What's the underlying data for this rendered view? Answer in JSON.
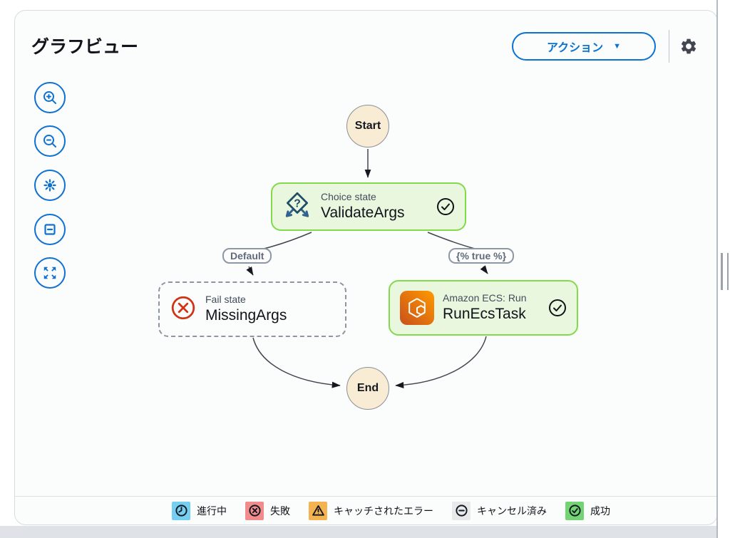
{
  "header": {
    "title": "グラフビュー",
    "actions_label": "アクション",
    "caret": "▼"
  },
  "toolbar": {
    "buttons": [
      {
        "icon": "magnifier-plus-icon",
        "action": "zoom-in"
      },
      {
        "icon": "magnifier-minus-icon",
        "action": "zoom-out"
      },
      {
        "icon": "target-icon",
        "action": "center-view"
      },
      {
        "icon": "box-minus-icon",
        "action": "zoom-to-fit"
      },
      {
        "icon": "expand-arrows-icon",
        "action": "fullscreen"
      }
    ]
  },
  "graph": {
    "start_label": "Start",
    "end_label": "End",
    "choice": {
      "type_label": "Choice state",
      "name": "ValidateArgs",
      "status": "succeeded"
    },
    "fail": {
      "type_label": "Fail state",
      "name": "MissingArgs"
    },
    "task": {
      "type_label": "Amazon ECS: Run",
      "name": "RunEcsTask",
      "status": "succeeded"
    },
    "edge_labels": {
      "default": "Default",
      "true": "{% true %}"
    }
  },
  "legend": {
    "items": [
      {
        "label": "進行中",
        "icon": "clock-icon",
        "color": "#75cff0"
      },
      {
        "label": "失敗",
        "icon": "x-circle-icon",
        "color": "#f28b8b"
      },
      {
        "label": "キャッチされたエラー",
        "icon": "warning-triangle-icon",
        "color": "#f5b251"
      },
      {
        "label": "キャンセル済み",
        "icon": "minus-circle-icon",
        "color": "#e9e9eb"
      },
      {
        "label": "成功",
        "icon": "check-circle-icon",
        "color": "#74d474"
      }
    ]
  },
  "colors": {
    "accent_blue": "#0972d3",
    "node_green_bg": "#e9f7df",
    "node_green_border": "#82da4a",
    "start_end_fill": "#f8ecd4",
    "fail_red": "#d13212",
    "ecs_gradient_start": "#c8511b",
    "ecs_gradient_end": "#ff9900",
    "edge_stroke": "#424650"
  }
}
